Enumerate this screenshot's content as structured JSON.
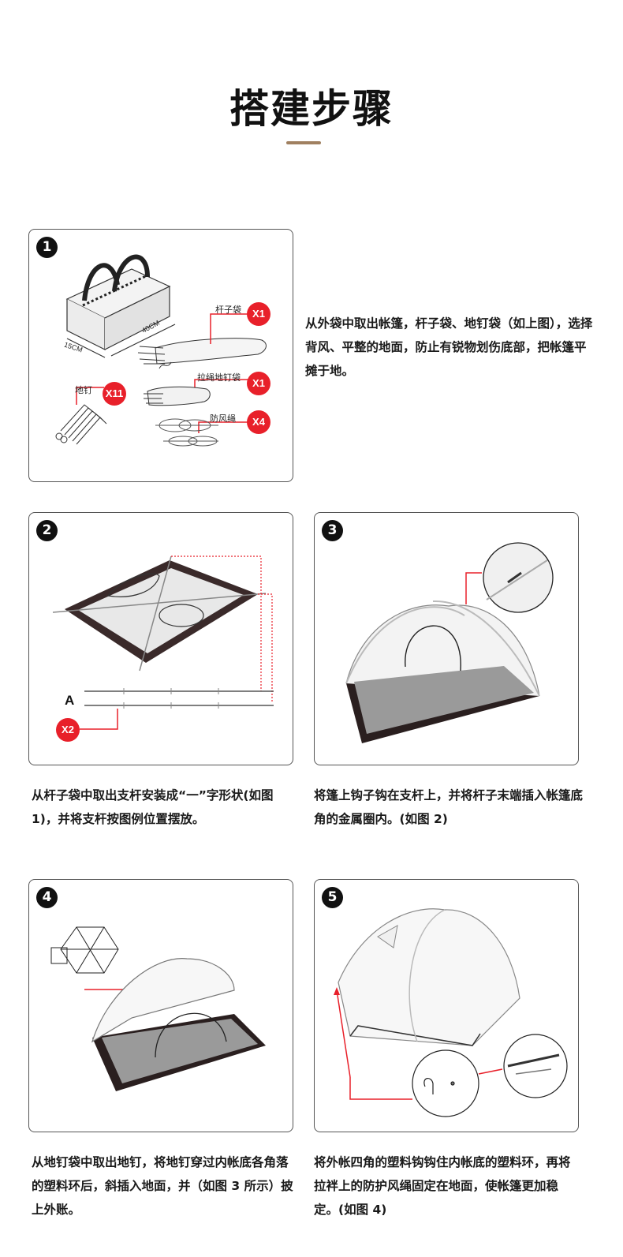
{
  "title": "搭建步骤",
  "accent_color": "#a08060",
  "badge_color": "#e8202a",
  "steps": [
    {
      "number": "1",
      "labels": {
        "pole_bag": "杆子袋",
        "pole_bag_qty": "X1",
        "stakes": "地钉",
        "stakes_qty": "X11",
        "rope_stake_bag": "拉绳地钉袋",
        "rope_stake_bag_qty": "X1",
        "windrope": "防风绳",
        "windrope_qty": "X4",
        "dim_length": "40CM",
        "dim_width": "15CM"
      },
      "description": "从外袋中取出帐篷，杆子袋、地钉袋（如上图），选择背风、平整的地面，防止有锐物划伤底部，把帐篷平摊于地。"
    },
    {
      "number": "2",
      "labels": {
        "pole_letter": "A",
        "pole_qty": "X2"
      },
      "description": "从杆子袋中取出支杆安装成“一”字形状(如图 1)，并将支杆按图例位置摆放。"
    },
    {
      "number": "3",
      "description": "将篷上钩子钩在支杆上，并将杆子末端插入帐篷底角的金属圈内。(如图 2)"
    },
    {
      "number": "4",
      "description": "从地钉袋中取出地钉，将地钉穿过内帐底各角落的塑料环后，斜插入地面，并（如图 3 所示）披上外账。"
    },
    {
      "number": "5",
      "description": "将外帐四角的塑料钩钩住内帐底的塑料环，再将拉袢上的防护风绳固定在地面，使帐篷更加稳定。(如图 4)"
    }
  ]
}
